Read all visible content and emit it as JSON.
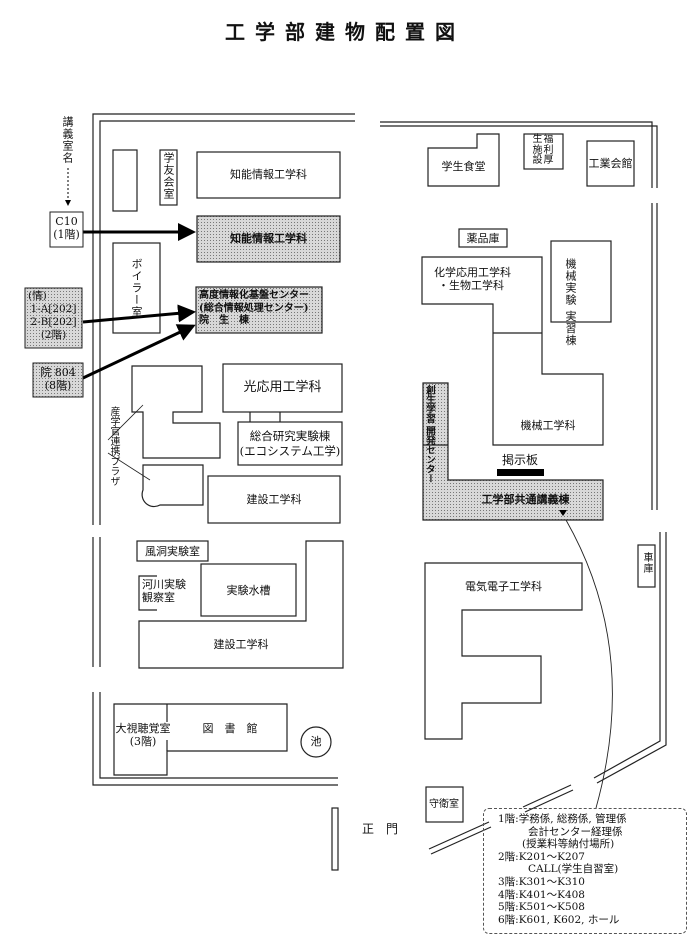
{
  "title": "工学部建物配置図",
  "annotation": {
    "lecture_room_label": "講義室名",
    "c10": {
      "room": "C10",
      "floor": "(1階)"
    },
    "jo": {
      "prefix": "(情)",
      "room1": "1-A[202]",
      "room2": "2-B[202]",
      "floor": "(2階)"
    },
    "in804": {
      "room": "院 804",
      "floor": "(8階)"
    }
  },
  "buildings": {
    "gakuyukai": "学友会室",
    "chino1": "知能情報工学科",
    "chino2": "知能情報工学科",
    "boiler": "ボイラー室",
    "kodo_line1": "高度情報化基盤センター",
    "kodo_line2": "(総合情報処理センター)",
    "kodo_line3": "院　生　棟",
    "koou": "光応用工学科",
    "sogo_line1": "総合研究実験棟",
    "sogo_line2": "(エコシステム工学)",
    "sangaku": "産学官連携プラザ",
    "kensetsu1": "建設工学科",
    "fudo": "風洞実験室",
    "kasen_line1": "河川実験",
    "kasen_line2": "観察室",
    "suiso": "実験水槽",
    "kensetsu2": "建設工学科",
    "daishichokaku": "大視聴覚室",
    "daishichokaku_floor": "(3階)",
    "library": "図　書　館",
    "pond": "池",
    "main_gate": "正　門",
    "guard": "守衛室",
    "shokudo": "学生食堂",
    "kosei_rows": [
      "生福",
      "施利",
      "設厚"
    ],
    "kogyo_kaikan": "工業会館",
    "yakuhin": "薬品庫",
    "kagaku_line1": "化学応用工学科",
    "kagaku_line2": "・生物工学科",
    "kikai_jikken_col1": "機械実験",
    "kikai_jikken_col2": "実習棟",
    "sosei_col1": "創生学習",
    "sosei_col2": "開発センター",
    "kikai": "機械工学科",
    "keijiban": "掲示板",
    "kyotsu": "工学部共通講義棟",
    "denki": "電気電子工学科",
    "shako": "車庫"
  },
  "legend": [
    {
      "text": "1階:学務係, 総務係, 管理係"
    },
    {
      "text": "会計センター経理係"
    },
    {
      "text": "(授業料等納付場所)"
    },
    {
      "text": "2階:K201～K207"
    },
    {
      "text": "CALL(学生自習室)"
    },
    {
      "text": "3階:K301～K310"
    },
    {
      "text": "4階:K401～K408"
    },
    {
      "text": "5階:K501～K508"
    },
    {
      "text": "6階:K601, K602, ホール"
    }
  ]
}
